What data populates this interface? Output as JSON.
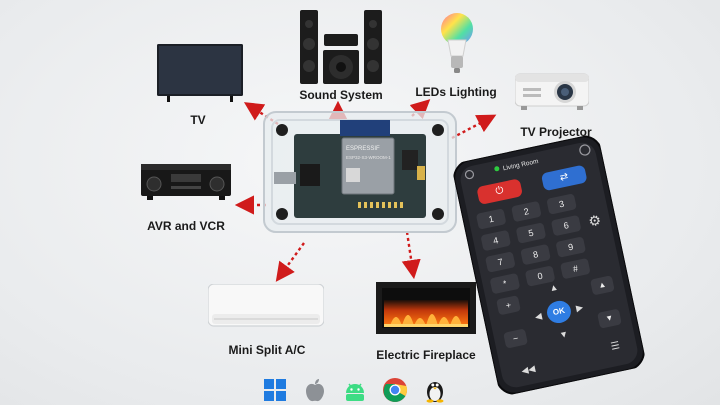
{
  "devices": {
    "tv": "TV",
    "sound": "Sound System",
    "leds": "LEDs Lighting",
    "projector": "TV Projector",
    "avr": "AVR and VCR",
    "ac": "Mini Split A/C",
    "fireplace": "Electric Fireplace"
  },
  "board": {
    "brand": "ESPRESSIF",
    "model": "ESP32-S3-WROOM-1"
  },
  "remote": {
    "room": "Living Room",
    "keys": [
      "1",
      "2",
      "3",
      "4",
      "5",
      "6",
      "7",
      "8",
      "9",
      "*",
      "0",
      "#"
    ],
    "ok": "OK"
  },
  "os_icons": [
    "windows-icon",
    "apple-icon",
    "android-icon",
    "chrome-icon",
    "linux-icon"
  ],
  "colors": {
    "arrow": "#d01b1b",
    "remote_power": "#d9312e",
    "remote_input": "#2f6fd1",
    "remote_ok": "#2f7de3",
    "status_dot": "#2ecc40"
  }
}
